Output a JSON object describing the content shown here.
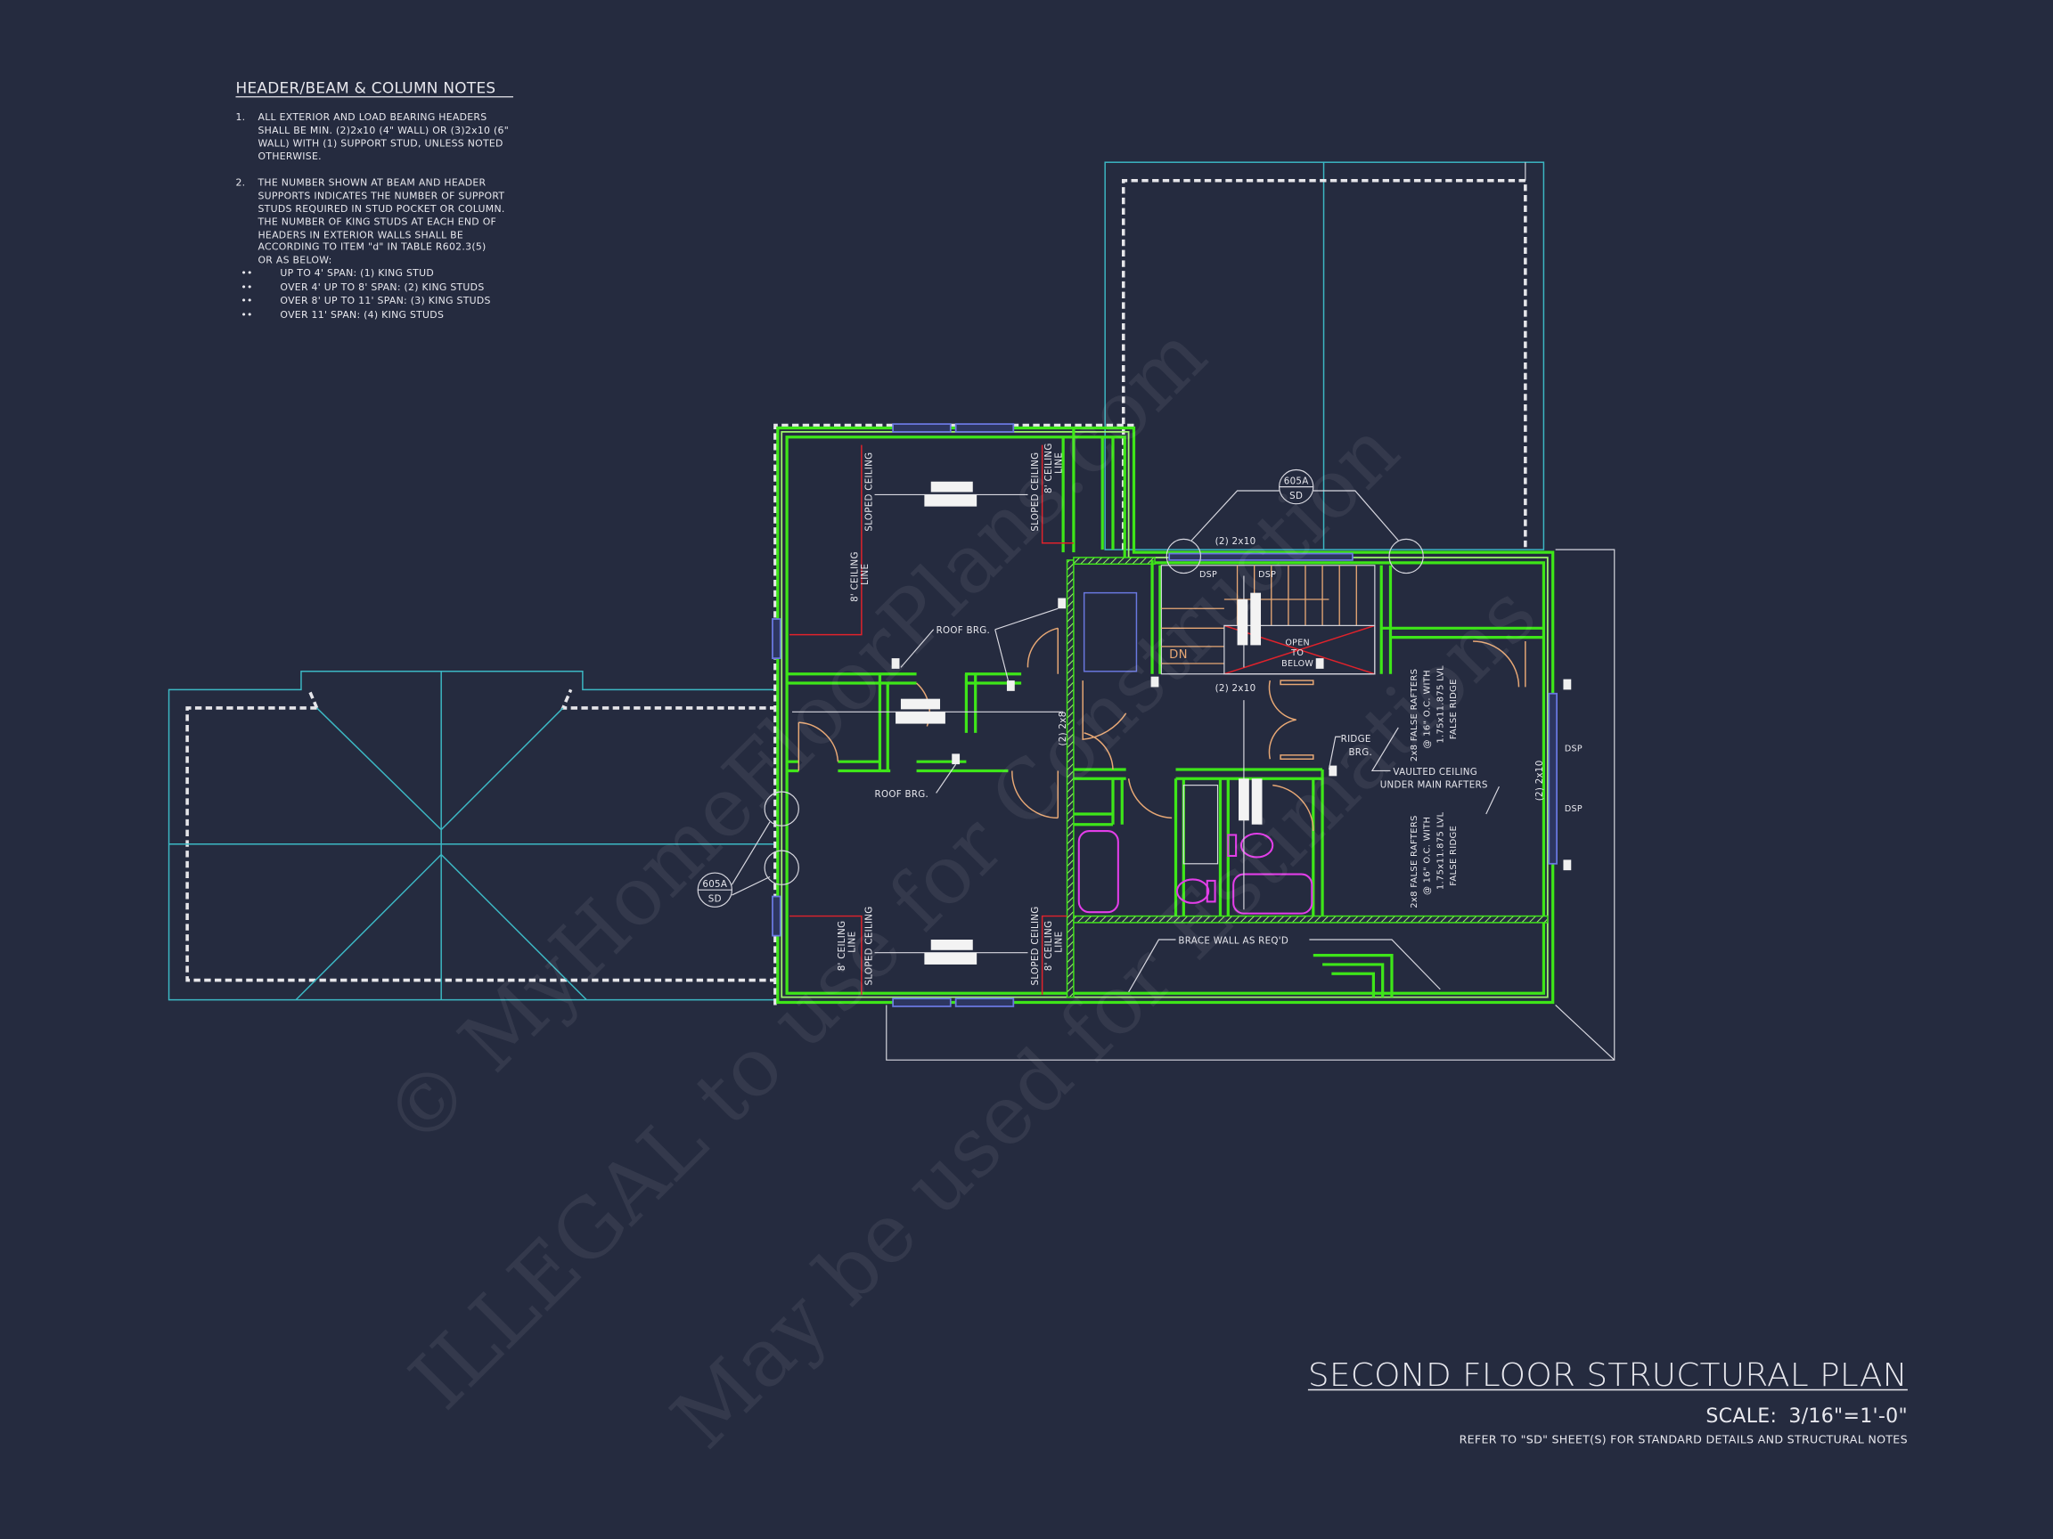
{
  "notes": {
    "title": "HEADER/BEAM & COLUMN NOTES",
    "items": [
      {
        "num": "1.",
        "lines": [
          "ALL EXTERIOR AND LOAD BEARING HEADERS",
          "SHALL BE MIN. (2)2x10 (4\" WALL) OR (3)2x10 (6\"",
          "WALL) WITH (1) SUPPORT STUD, UNLESS NOTED",
          "OTHERWISE."
        ]
      },
      {
        "num": "2.",
        "lines": [
          "THE NUMBER SHOWN AT BEAM AND HEADER",
          "SUPPORTS INDICATES THE NUMBER OF SUPPORT",
          "STUDS REQUIRED IN STUD POCKET OR COLUMN.",
          "THE NUMBER OF KING STUDS AT EACH END OF",
          "HEADERS IN EXTERIOR WALLS SHALL BE",
          "ACCORDING TO ITEM \"d\" IN TABLE R602.3(5)",
          "OR AS BELOW:"
        ]
      }
    ],
    "bullets": [
      "UP TO 4' SPAN: (1) KING STUD",
      "OVER 4' UP TO 8' SPAN: (2) KING STUDS",
      "OVER 8' UP TO 11' SPAN: (3) KING STUDS",
      "OVER 11' SPAN: (4) KING STUDS"
    ],
    "bullet_glyph": "••"
  },
  "plan": {
    "sloped_ceiling": "SLOPED CEILING",
    "ceiling_line_1": "8' CEILING",
    "ceiling_line_2": "LINE",
    "roof_brg": "ROOF BRG.",
    "detail_num": "605A",
    "detail_sheet": "SD",
    "header_2x10": "(2) 2x10",
    "header_2x8": "(2) 2x8",
    "dsp": "DSP",
    "dn": "DN",
    "open_to_below": [
      "OPEN",
      "TO",
      "BELOW"
    ],
    "ridge_brg": [
      "RIDGE",
      "BRG."
    ],
    "vaulted": [
      "VAULTED CEILING",
      "UNDER MAIN RAFTERS"
    ],
    "false_rafters": [
      "2x8 FALSE RAFTERS",
      "@ 16\" O.C. WITH",
      "1.75x11.875 LVL",
      "FALSE RIDGE"
    ],
    "brace_wall": "BRACE WALL AS REQ'D"
  },
  "title_block": {
    "title": "SECOND FLOOR STRUCTURAL PLAN",
    "scale_label": "SCALE:",
    "scale_value": "3/16\"=1'-0\"",
    "refer_note": "REFER TO \"SD\" SHEET(S) FOR STANDARD DETAILS AND STRUCTURAL NOTES"
  },
  "watermark": [
    "© MyHomeFloorPlans.com",
    "ILLEGAL to use for Construction",
    "May be used for Estimations"
  ],
  "colors": {
    "background": "#252b3f",
    "walls": "#3ee619",
    "roof_outline": "#3cb8c4",
    "ceiling_line": "#e0222b",
    "doors": "#e8a875",
    "fixtures": "#e23ee8"
  }
}
